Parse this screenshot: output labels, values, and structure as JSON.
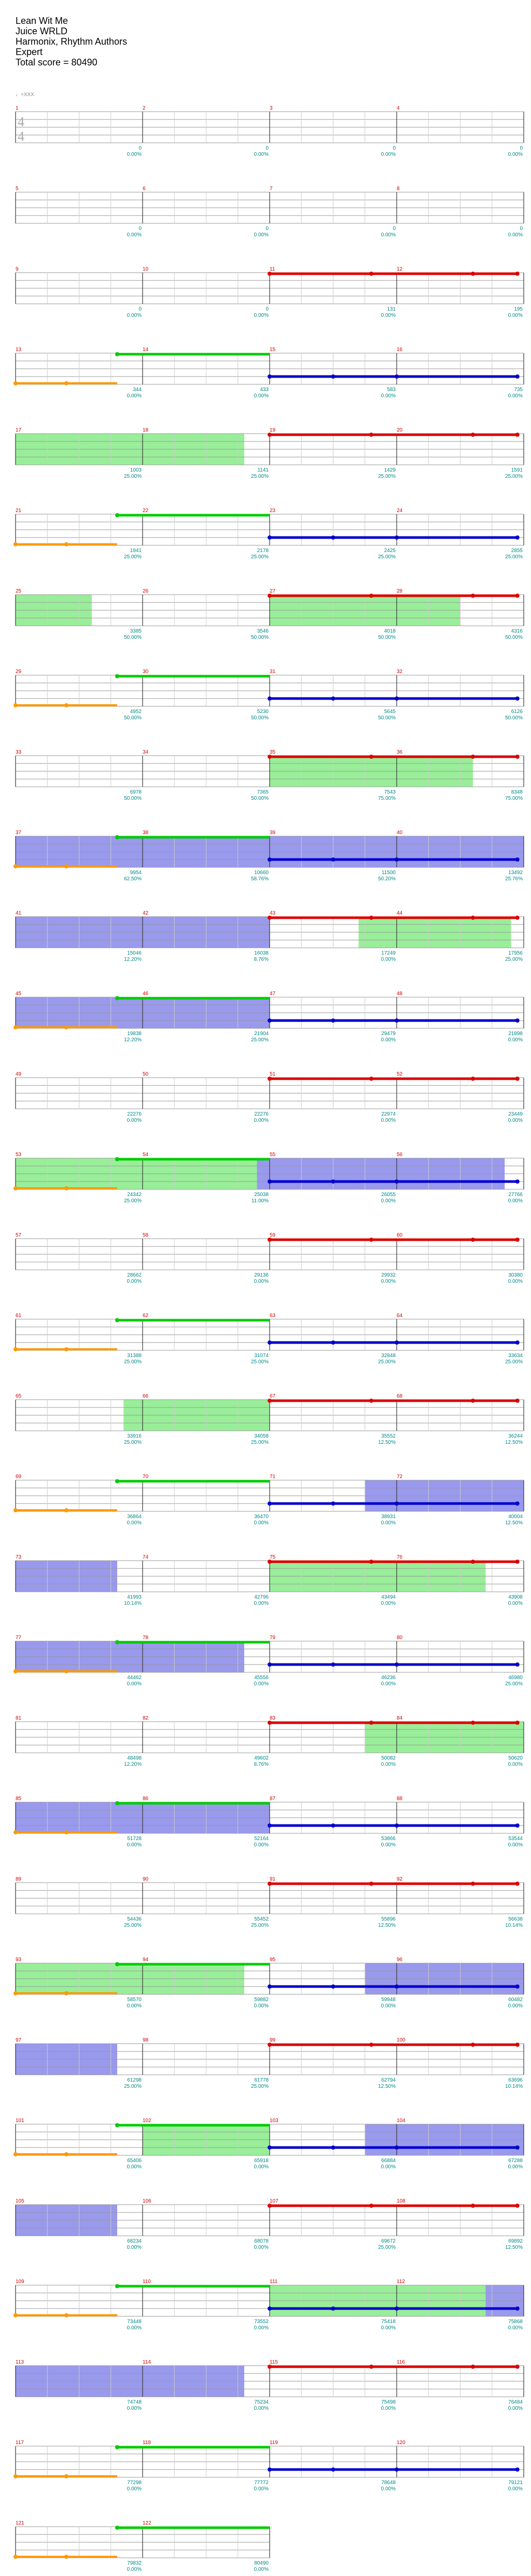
{
  "header": {
    "title": "Lean Wit Me",
    "artist": "Juice WRLD",
    "authors": "Harmonix, Rhythm Authors",
    "difficulty": "Expert",
    "total_score": "Total score = 80490"
  },
  "tempo_label": "♩=XXX",
  "time_signature": {
    "num": "4",
    "den": "4"
  },
  "colors": {
    "green": "#00cc00",
    "red": "#dd0000",
    "yellow": "#eeee00",
    "blue": "#0000cc",
    "orange": "#ff9900",
    "sp_fill": "#99ee99",
    "solo_fill": "#9999ee",
    "measure_number": "#cc0000",
    "score_text": "#008888"
  },
  "rows": [
    {
      "measures": [
        1,
        2,
        3,
        4
      ],
      "scores": [
        "0",
        "0",
        "0",
        "0"
      ],
      "pcts": [
        "0.00%",
        "0.00%",
        "0.00%",
        "0.00%"
      ]
    },
    {
      "measures": [
        5,
        6,
        7,
        8
      ],
      "scores": [
        "0",
        "0",
        "0",
        "0"
      ],
      "pcts": [
        "0.00%",
        "0.00%",
        "0.00%",
        "0.00%"
      ]
    },
    {
      "measures": [
        9,
        10,
        11,
        12
      ],
      "scores": [
        "0",
        "0",
        "131",
        "195"
      ],
      "pcts": [
        "0.00%",
        "0.00%",
        "0.00%",
        "0.00%"
      ]
    },
    {
      "measures": [
        13,
        14,
        15,
        16
      ],
      "scores": [
        "344",
        "433",
        "583",
        "735"
      ],
      "pcts": [
        "0.00%",
        "0.00%",
        "0.00%",
        "0.00%"
      ]
    },
    {
      "measures": [
        17,
        18,
        19,
        20
      ],
      "scores": [
        "1003",
        "1141",
        "1429",
        "1591"
      ],
      "pcts": [
        "25.00%",
        "25.00%",
        "25.00%",
        "25.00%"
      ]
    },
    {
      "measures": [
        21,
        22,
        23,
        24
      ],
      "scores": [
        "1941",
        "2178",
        "2425",
        "2855"
      ],
      "pcts": [
        "25.00%",
        "25.00%",
        "25.00%",
        "25.00%"
      ]
    },
    {
      "measures": [
        25,
        26,
        27,
        28
      ],
      "scores": [
        "3385",
        "3546",
        "4018",
        "4316"
      ],
      "pcts": [
        "50.00%",
        "50.00%",
        "50.00%",
        "50.00%"
      ]
    },
    {
      "measures": [
        29,
        30,
        31,
        32
      ],
      "scores": [
        "4952",
        "5230",
        "5645",
        "6126"
      ],
      "pcts": [
        "50.00%",
        "50.00%",
        "50.00%",
        "50.00%"
      ]
    },
    {
      "measures": [
        33,
        34,
        35,
        36
      ],
      "scores": [
        "6978",
        "7365",
        "7543",
        "8348"
      ],
      "pcts": [
        "50.00%",
        "50.00%",
        "75.00%",
        "75.00%"
      ]
    },
    {
      "measures": [
        37,
        38,
        39,
        40
      ],
      "scores": [
        "9954",
        "10660",
        "11500",
        "13492"
      ],
      "pcts": [
        "62.50%",
        "58.76%",
        "50.20%",
        "25.76%"
      ]
    },
    {
      "measures": [
        41,
        42,
        43,
        44
      ],
      "scores": [
        "15046",
        "16038",
        "17249",
        "17956"
      ],
      "pcts": [
        "12.20%",
        "8.76%",
        "0.00%",
        "25.00%"
      ]
    },
    {
      "measures": [
        45,
        46,
        47,
        48
      ],
      "scores": [
        "19838",
        "21904",
        "29479",
        "21898"
      ],
      "pcts": [
        "12.20%",
        "25.00%",
        "0.00%",
        "0.00%"
      ]
    },
    {
      "measures": [
        49,
        50,
        51,
        52
      ],
      "scores": [
        "22276",
        "22276",
        "22974",
        "23449"
      ],
      "pcts": [
        "0.00%",
        "0.00%",
        "0.00%",
        "0.00%"
      ]
    },
    {
      "measures": [
        53,
        54,
        55,
        56
      ],
      "scores": [
        "24342",
        "25038",
        "26055",
        "27766"
      ],
      "pcts": [
        "25.00%",
        "11.00%",
        "0.00%",
        "0.00%"
      ]
    },
    {
      "measures": [
        57,
        58,
        59,
        60
      ],
      "scores": [
        "28662",
        "29136",
        "29932",
        "30380"
      ],
      "pcts": [
        "0.00%",
        "0.00%",
        "0.00%",
        "0.00%"
      ]
    },
    {
      "measures": [
        61,
        62,
        63,
        64
      ],
      "scores": [
        "31388",
        "31074",
        "32848",
        "33634"
      ],
      "pcts": [
        "25.00%",
        "25.00%",
        "25.00%",
        "25.00%"
      ]
    },
    {
      "measures": [
        65,
        66,
        67,
        68
      ],
      "scores": [
        "33916",
        "34058",
        "35552",
        "36244"
      ],
      "pcts": [
        "25.00%",
        "25.00%",
        "12.50%",
        "12.50%"
      ]
    },
    {
      "measures": [
        69,
        70,
        71,
        72
      ],
      "scores": [
        "36864",
        "36470",
        "38931",
        "40004"
      ],
      "pcts": [
        "0.00%",
        "0.00%",
        "0.00%",
        "12.50%"
      ]
    },
    {
      "measures": [
        73,
        74,
        75,
        76
      ],
      "scores": [
        "41993",
        "42796",
        "43494",
        "43908"
      ],
      "pcts": [
        "10.14%",
        "0.00%",
        "0.00%",
        "0.00%"
      ]
    },
    {
      "measures": [
        77,
        78,
        79,
        80
      ],
      "scores": [
        "44462",
        "45556",
        "46236",
        "46980"
      ],
      "pcts": [
        "0.00%",
        "0.00%",
        "0.00%",
        "25.00%"
      ]
    },
    {
      "measures": [
        81,
        82,
        83,
        84
      ],
      "scores": [
        "48498",
        "49602",
        "50082",
        "50620"
      ],
      "pcts": [
        "12.20%",
        "8.76%",
        "0.00%",
        "0.00%"
      ]
    },
    {
      "measures": [
        85,
        86,
        87,
        88
      ],
      "scores": [
        "51728",
        "52164",
        "53866",
        "53544"
      ],
      "pcts": [
        "0.00%",
        "0.00%",
        "0.00%",
        "0.00%"
      ]
    },
    {
      "measures": [
        89,
        90,
        91,
        92
      ],
      "scores": [
        "54436",
        "55452",
        "55896",
        "56638"
      ],
      "pcts": [
        "25.00%",
        "25.00%",
        "12.50%",
        "10.14%"
      ]
    },
    {
      "measures": [
        93,
        94,
        95,
        96
      ],
      "scores": [
        "58570",
        "59882",
        "59948",
        "60482"
      ],
      "pcts": [
        "0.00%",
        "0.00%",
        "0.00%",
        "0.00%"
      ]
    },
    {
      "measures": [
        97,
        98,
        99,
        100
      ],
      "scores": [
        "61298",
        "61778",
        "62794",
        "63696"
      ],
      "pcts": [
        "25.00%",
        "25.00%",
        "12.50%",
        "10.14%"
      ]
    },
    {
      "measures": [
        101,
        102,
        103,
        104
      ],
      "scores": [
        "65406",
        "65918",
        "66884",
        "67288"
      ],
      "pcts": [
        "0.00%",
        "0.00%",
        "0.00%",
        "0.00%"
      ]
    },
    {
      "measures": [
        105,
        106,
        107,
        108
      ],
      "scores": [
        "68234",
        "68078",
        "69672",
        "69892"
      ],
      "pcts": [
        "0.00%",
        "0.00%",
        "25.00%",
        "12.50%"
      ]
    },
    {
      "measures": [
        109,
        110,
        111,
        112
      ],
      "scores": [
        "73448",
        "73552",
        "75418",
        "75868"
      ],
      "pcts": [
        "0.00%",
        "0.00%",
        "0.00%",
        "0.00%"
      ]
    },
    {
      "measures": [
        113,
        114,
        115,
        116
      ],
      "scores": [
        "74748",
        "75234",
        "75498",
        "76484"
      ],
      "pcts": [
        "0.00%",
        "0.00%",
        "0.00%",
        "0.00%"
      ]
    },
    {
      "measures": [
        117,
        118,
        119,
        120
      ],
      "scores": [
        "77298",
        "77772",
        "78648",
        "79121"
      ],
      "pcts": [
        "0.00%",
        "0.00%",
        "0.00%",
        "0.00%"
      ]
    },
    {
      "measures": [
        121,
        122
      ],
      "scores": [
        "79832",
        "80490"
      ],
      "pcts": [
        "0.00%",
        "0.00%"
      ]
    }
  ]
}
